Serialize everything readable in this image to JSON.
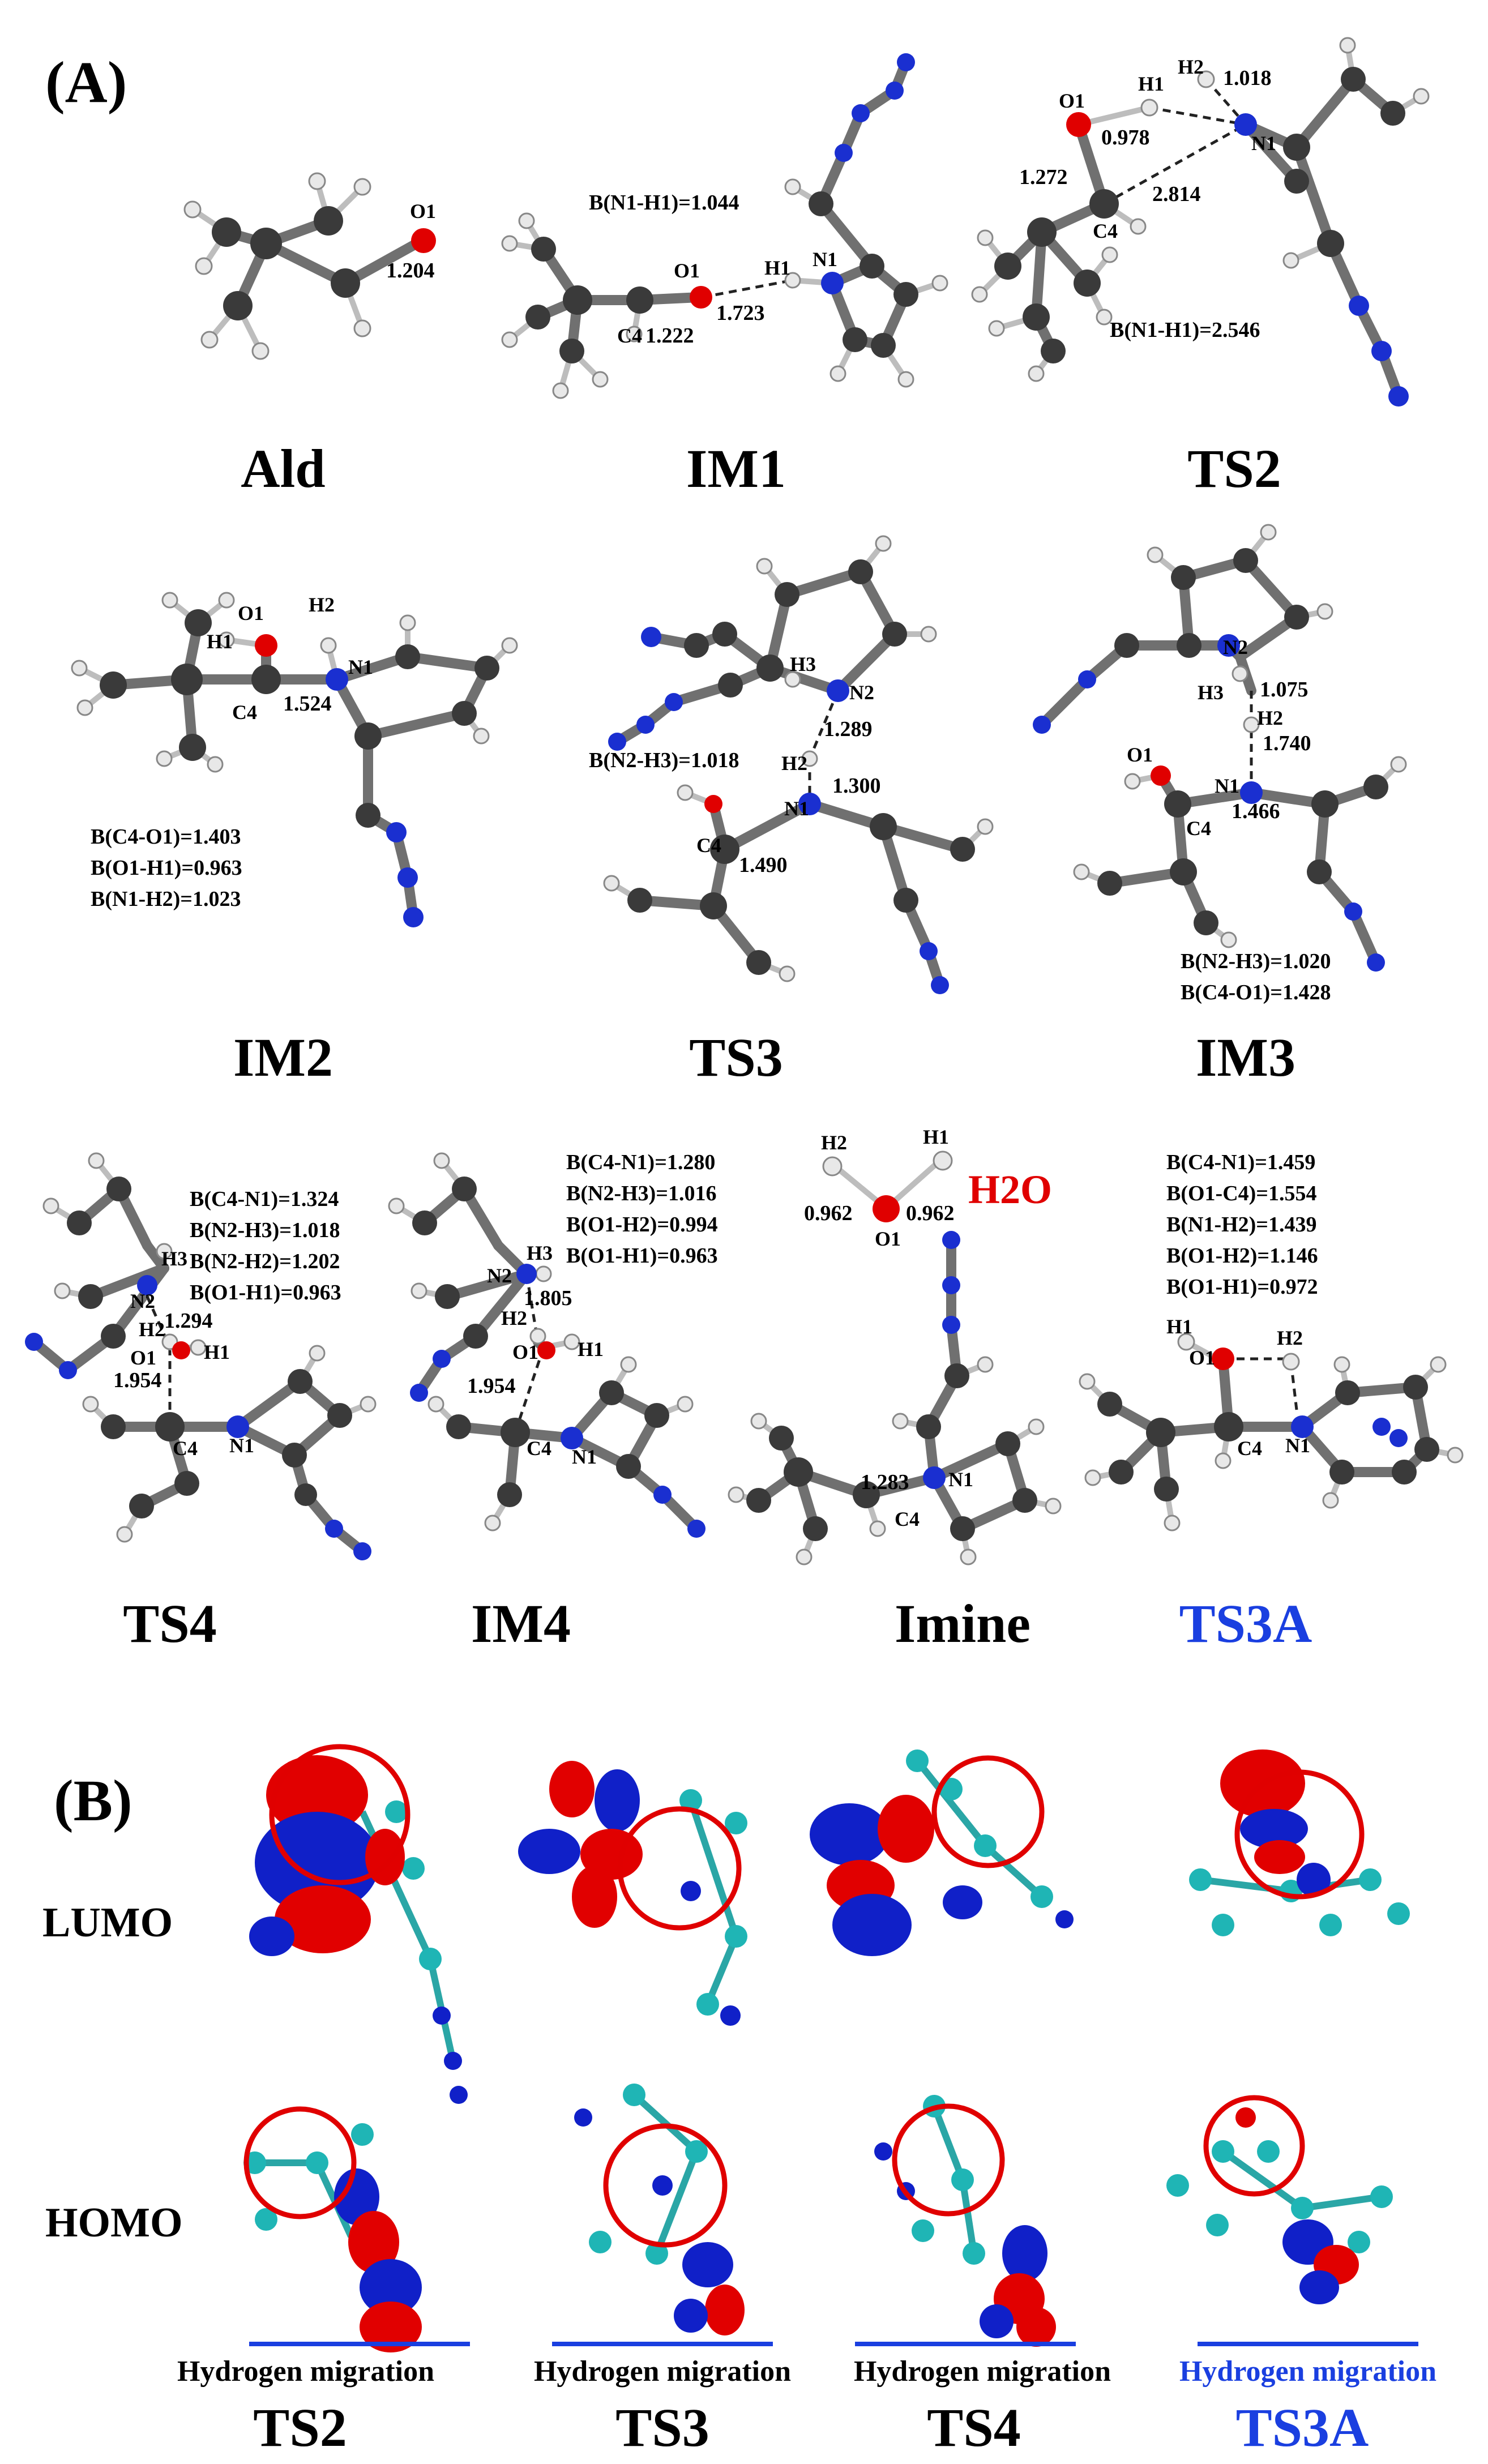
{
  "panel_a": {
    "label": "(A)",
    "molecules": {
      "ald": {
        "name": "Ald",
        "atoms": {
          "o1": "O1"
        },
        "dist": {
          "c_o": "1.204"
        }
      },
      "im1": {
        "name": "IM1",
        "notes": [
          "B(N1-H1)=1.044"
        ],
        "atoms": {
          "o1": "O1",
          "h1": "H1",
          "n1": "N1",
          "c4": "C4"
        },
        "dist": {
          "c_o": "1.222",
          "o_h": "1.723"
        }
      },
      "ts2": {
        "name": "TS2",
        "notes": [
          "B(N1-H1)=2.546"
        ],
        "atoms": {
          "o1": "O1",
          "h1": "H1",
          "h2": "H2",
          "n1": "N1",
          "c4": "C4"
        },
        "dist": {
          "n_h2": "1.018",
          "o_h1": "0.978",
          "c_o": "1.272",
          "c_n": "2.814"
        }
      },
      "im2": {
        "name": "IM2",
        "notes": [
          "B(C4-O1)=1.403",
          "B(O1-H1)=0.963",
          "B(N1-H2)=1.023"
        ],
        "atoms": {
          "o1": "O1",
          "h1": "H1",
          "h2": "H2",
          "n1": "N1",
          "c4": "C4"
        },
        "dist": {
          "c_n": "1.524"
        }
      },
      "ts3": {
        "name": "TS3",
        "notes": [
          "B(N2-H3)=1.018"
        ],
        "atoms": {
          "h3": "H3",
          "n2": "N2",
          "h2": "H2",
          "n1": "N1",
          "c4": "C4"
        },
        "dist": {
          "n2_h2": "1.289",
          "h2_n1": "1.300",
          "c_n": "1.490"
        }
      },
      "im3": {
        "name": "IM3",
        "notes": [
          "B(N2-H3)=1.020",
          "B(C4-O1)=1.428"
        ],
        "atoms": {
          "n2": "N2",
          "h3": "H3",
          "h2": "H2",
          "o1": "O1",
          "n1": "N1",
          "c4": "C4"
        },
        "dist": {
          "n2_h2": "1.075",
          "h2_n1": "1.740",
          "c_n": "1.466"
        }
      },
      "ts4": {
        "name": "TS4",
        "notes": [
          "B(C4-N1)=1.324",
          "B(N2-H3)=1.018",
          "B(N2-H2)=1.202",
          "B(O1-H1)=0.963"
        ],
        "atoms": {
          "h3": "H3",
          "n2": "N2",
          "h2": "H2",
          "o1": "O1",
          "h1": "H1",
          "c4": "C4",
          "n1": "N1"
        },
        "dist": {
          "h2_o": "1.294",
          "o_c": "1.954"
        }
      },
      "im4": {
        "name": "IM4",
        "notes": [
          "B(C4-N1)=1.280",
          "B(N2-H3)=1.016",
          "B(O1-H2)=0.994",
          "B(O1-H1)=0.963"
        ],
        "atoms": {
          "n2": "N2",
          "h3": "H3",
          "h2": "H2",
          "o1": "O1",
          "h1": "H1",
          "c4": "C4",
          "n1": "N1"
        },
        "dist": {
          "n_h2": "1.805",
          "o_c": "1.954"
        }
      },
      "water": {
        "formula": "H2O",
        "atoms": {
          "h2": "H2",
          "h1": "H1",
          "o1": "O1"
        },
        "dist": {
          "left": "0.962",
          "right": "0.962"
        }
      },
      "imine": {
        "name": "Imine",
        "atoms": {
          "c4": "C4",
          "n1": "N1"
        },
        "dist": {
          "c_n": "1.283"
        }
      },
      "ts3a": {
        "name": "TS3A",
        "name_color": "#1a3fe0",
        "notes": [
          "B(C4-N1)=1.459",
          "B(O1-C4)=1.554",
          "B(N1-H2)=1.439",
          "B(O1-H2)=1.146",
          "B(O1-H1)=0.972"
        ],
        "atoms": {
          "h1": "H1",
          "o1": "O1",
          "h2": "H2",
          "c4": "C4",
          "n1": "N1"
        }
      }
    }
  },
  "panel_b": {
    "label": "(B)",
    "rows": [
      "LUMO",
      "HOMO"
    ],
    "columns": [
      {
        "caption": "Hydrogen migration",
        "name": "TS2",
        "color": "#111111"
      },
      {
        "caption": "Hydrogen migration",
        "name": "TS3",
        "color": "#111111"
      },
      {
        "caption": "Hydrogen migration",
        "name": "TS4",
        "color": "#111111"
      },
      {
        "caption": "Hydrogen migration",
        "name": "TS3A",
        "color": "#1a3fe0"
      }
    ]
  },
  "colors": {
    "oxygen": "#e00000",
    "nitrogen": "#1a2fd0",
    "carbon": "#3a3a3a",
    "hydrogen": "#e8e8e8",
    "orbital_positive": "#e10000",
    "orbital_negative": "#1020c8",
    "highlight": "#1a3fe0"
  }
}
